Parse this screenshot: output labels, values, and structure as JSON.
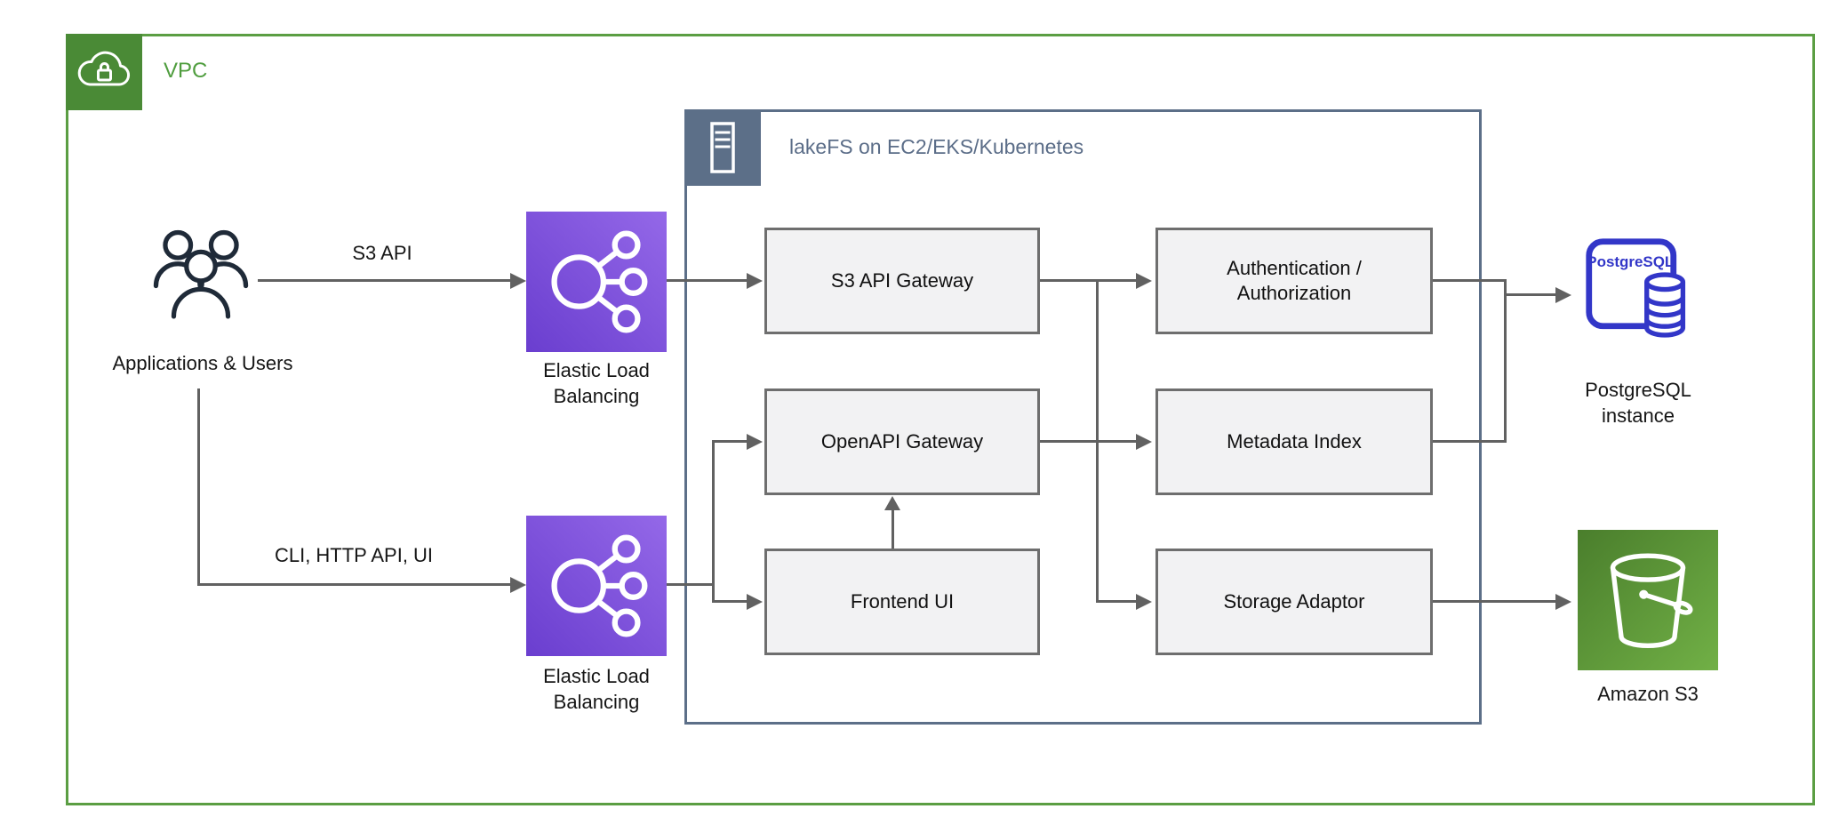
{
  "groups": {
    "vpc": "VPC",
    "lakefs": "lakeFS on EC2/EKS/Kubernetes"
  },
  "services": {
    "s3_api_gateway": "S3 API Gateway",
    "openapi_gateway": "OpenAPI Gateway",
    "frontend_ui": "Frontend UI",
    "auth": "Authentication / Authorization",
    "metadata_index": "Metadata Index",
    "storage_adaptor": "Storage Adaptor"
  },
  "external": {
    "users": "Applications & Users",
    "elb_top": "Elastic Load Balancing",
    "elb_bottom": "Elastic Load Balancing",
    "postgres": "PostgreSQL instance",
    "postgres_logo": "PostgreSQL",
    "s3": "Amazon S3"
  },
  "edges": {
    "s3_api": "S3 API",
    "cli": "CLI, HTTP API, UI"
  },
  "colors": {
    "vpc_green_border": "#5b9e43",
    "vpc_green_icon": "#4a8a36",
    "lakefs_slate": "#5c6f88",
    "elb_purple_dark": "#6a3ecf",
    "elb_purple_light": "#9468e8",
    "s3_green_dark": "#4a7e2c",
    "s3_green_light": "#71b046",
    "postgres_blue": "#3236c8",
    "node_fill": "#f2f2f3",
    "node_border": "#6e6e6e",
    "arrow_gray": "#616161",
    "people_navy": "#1f2a38"
  }
}
